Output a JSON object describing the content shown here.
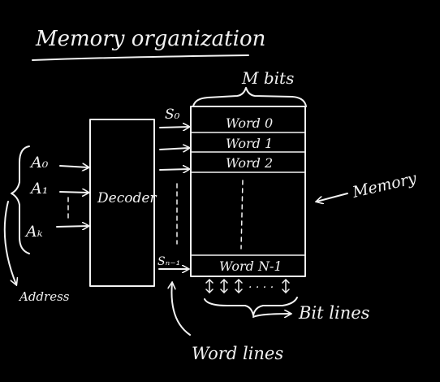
{
  "title": "Memory organization",
  "width_label": "M bits",
  "select_first": "S₀",
  "select_last": "Sₙ₋₁",
  "words": [
    "Word 0",
    "Word 1",
    "Word 2"
  ],
  "last_word": "Word N-1",
  "address_inputs": [
    "A₀",
    "A₁",
    "Aₖ"
  ],
  "decoder_label": "Decoder",
  "address_label": "Address",
  "memory_label": "Memory",
  "bit_lines_label": "Bit lines",
  "bit_line_dots": "· · · ·",
  "word_lines_label": "Word lines",
  "colors": {
    "background": "#000000",
    "chalk": "#f2f2f2"
  }
}
